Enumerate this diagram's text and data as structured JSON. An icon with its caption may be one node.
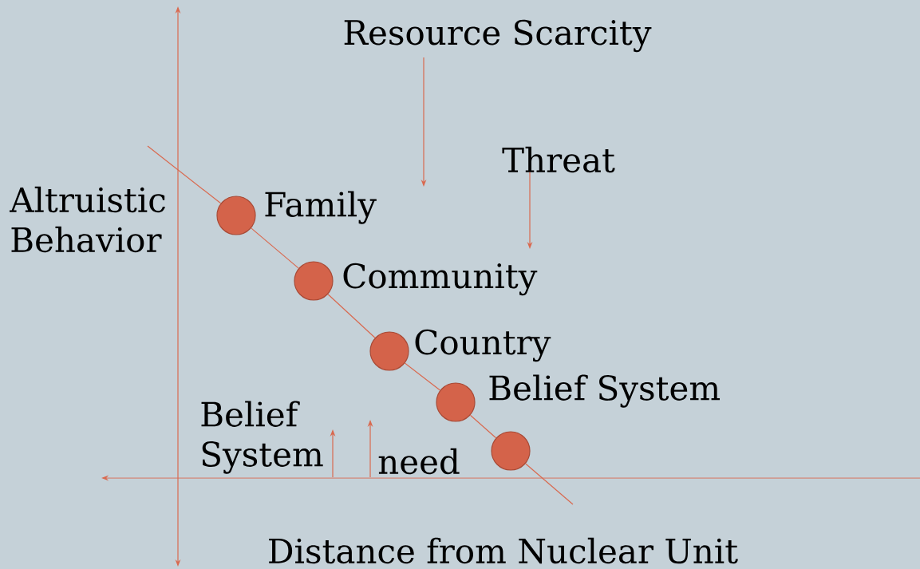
{
  "diagram": {
    "nodes": [
      {
        "text": [],
        "shape": "circle",
        "beside": [
          "Family"
        ]
      },
      {
        "text": [],
        "shape": "circle",
        "beside": [
          "Community"
        ]
      },
      {
        "text": [],
        "shape": "circle",
        "beside": [
          "Country"
        ]
      },
      {
        "text": [],
        "shape": "circle",
        "beside": [
          "Belief System"
        ]
      },
      {
        "text": [],
        "shape": "circle"
      }
    ],
    "edges": [
      {
        "from": null,
        "to": 0,
        "arrow": "none"
      },
      {
        "from": 0,
        "to": 1,
        "arrow": "none"
      },
      {
        "from": 1,
        "to": 2,
        "arrow": "none"
      },
      {
        "from": 2,
        "to": 3,
        "arrow": "none"
      },
      {
        "from": 3,
        "to": 4,
        "arrow": "none"
      },
      {
        "from": 4,
        "to": null,
        "arrow": "none"
      }
    ],
    "labels": [
      "Resource Scarcity",
      "Threat",
      "Altruistic Behavior",
      "Belief System",
      "need",
      "Distance from Nuclear Unit"
    ]
  }
}
